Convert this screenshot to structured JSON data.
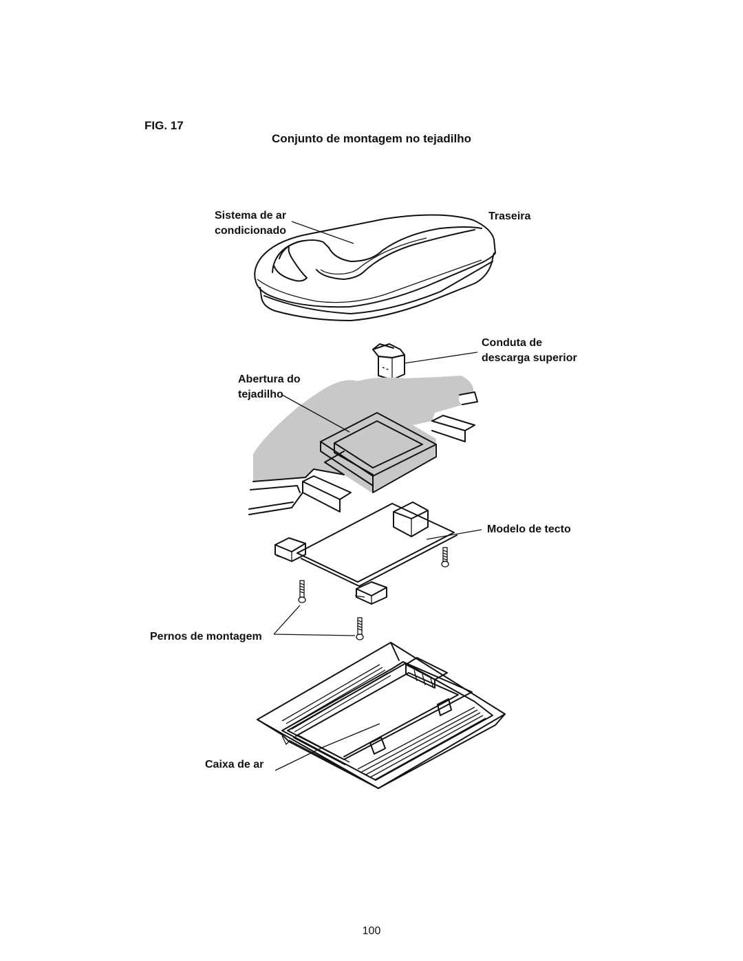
{
  "figure": {
    "number": "FIG. 17",
    "title": "Conjunto de montagem no tejadilho"
  },
  "labels": {
    "ac_system": [
      "Sistema de ar",
      "condicionado"
    ],
    "rear": "Traseira",
    "discharge_duct": [
      "Conduta de",
      "descarga superior"
    ],
    "roof_opening": [
      "Abertura do",
      "tejadilho"
    ],
    "ceiling_template": "Modelo de tecto",
    "mounting_bolts": "Pernos de montagem",
    "air_box": "Caixa de ar"
  },
  "page_number": "100",
  "colors": {
    "roof_fill": "#c8c8c8",
    "line": "#111111"
  }
}
